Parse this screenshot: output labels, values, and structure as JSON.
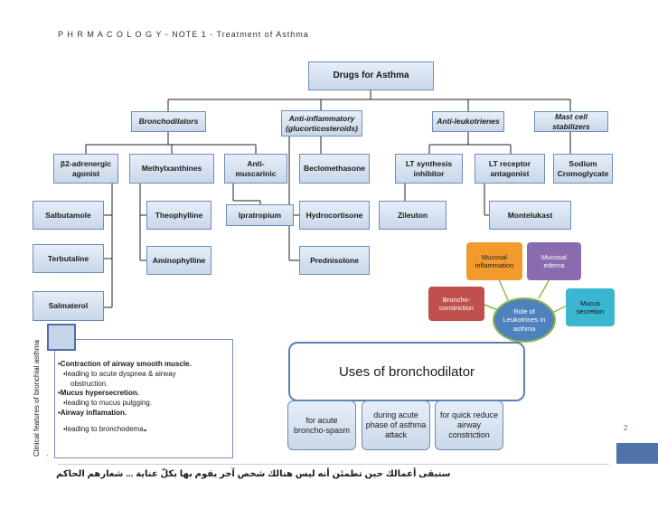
{
  "header": {
    "title": "P H R M A C O L O G Y - NOTE 1 - Treatment of Asthma"
  },
  "tree": {
    "root": "Drugs for Asthma",
    "categories": {
      "bronchodilators": "Bronchodilators",
      "anti_inflammatory": "Anti-inflammatory (glucorticosteroids)",
      "anti_leukotrienes": "Anti-leukotrienes",
      "mast_cell": "Mast cell stabilizers"
    },
    "subcategories": {
      "b2": "β2-adrenergic agonist",
      "methylxanthines": "Methylxanthines",
      "anti_muscarinic": "Anti-muscarinic",
      "lt_synthesis": "LT synthesis inhibitor",
      "lt_receptor": "LT receptor antagonist"
    },
    "drugs": {
      "beclomethasone": "Beclomethasone",
      "sodium_cromoglycate": "Sodium Cromoglycate",
      "salbutamole": "Salbutamole",
      "terbutaline": "Terbutaline",
      "salmaterol": "Salmaterol",
      "theophylline": "Theophylline",
      "aminophylline": "Aminophylline",
      "ipratropium": "Ipratropium",
      "hydrocortisone": "Hydrocortisone",
      "prednisolone": "Prednisolone",
      "zileuton": "Zileuton",
      "montelukast": "Montelukast"
    }
  },
  "leukotrienes": {
    "center": "Role of Leukotrines in asthma",
    "mucosal_inflammation": "Mucosal inflammation",
    "mucosal_edema": "Mucosal edema",
    "mucus_secretion": "Mucus secretion",
    "broncho_constriction": "Broncho-constriction",
    "colors": {
      "orange": "#f29a2e",
      "purple": "#8a6bb0",
      "teal": "#3bb6d0",
      "red": "#c0504d",
      "green": "#8cb84a",
      "center": "#4f81bd"
    }
  },
  "clinical": {
    "vertical_label": "Clinical features of bronchial asthma .",
    "l1": "•Contraction of airway smooth muscle.",
    "l2": "•leading to acute dyspnea & airway",
    "l3": "obstruction.",
    "l4": "•Mucus hypersecretion.",
    "l5": "•leading to mucus pulgging.",
    "l6": "•Airway inflamation.",
    "l7": "•leading to bronchodema",
    "l7_dot": "."
  },
  "uses": {
    "title": "Uses of bronchodilator",
    "item1": "for acute broncho-spasm",
    "item2": "during acute phase of asthma attack",
    "item3": "for quick reduce airway constriction"
  },
  "footer": {
    "text": "ستبقى أعمالك حين تطمئن أنه ليس هنالك شخص آخر يقوم بها بكلّ عناية ... شعارهم الحاكم"
  },
  "page_number": "2"
}
